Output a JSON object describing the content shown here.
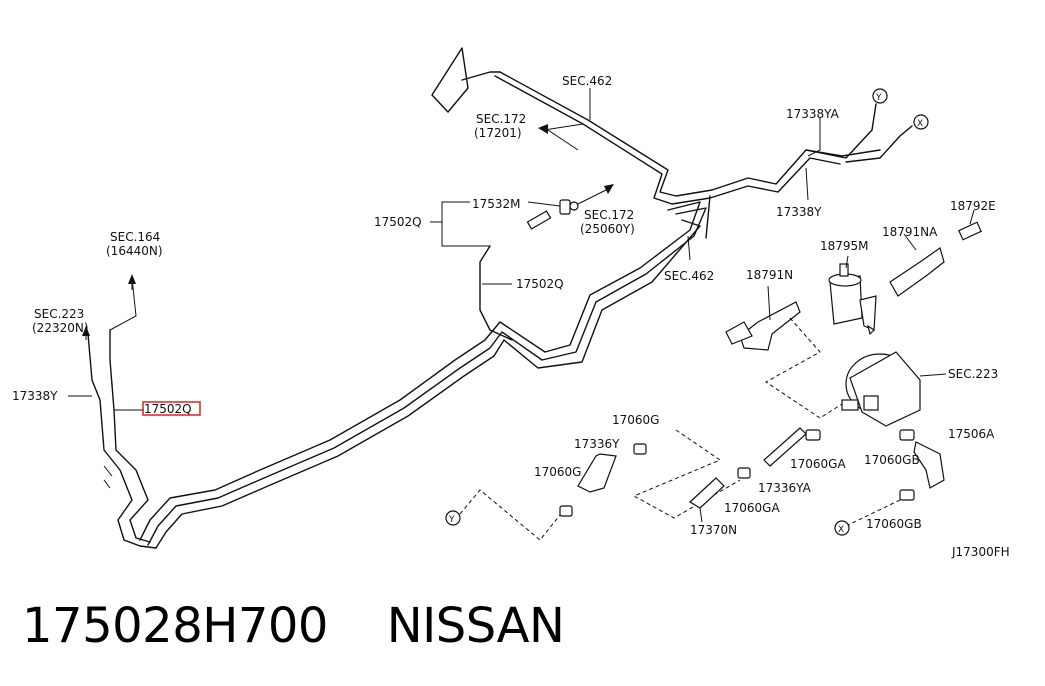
{
  "diagram": {
    "id_code": "J17300FH",
    "callouts": {
      "sec462_top": "SEC.462",
      "sec462_bottom": "SEC.462",
      "sec172_a_title": "SEC.172",
      "sec172_a_sub": "(17201)",
      "sec172_b_title": "SEC.172",
      "sec172_b_sub": "(25060Y)",
      "sec164_title": "SEC.164",
      "sec164_sub": "(16440N)",
      "sec223_left_title": "SEC.223",
      "sec223_left_sub": "(22320N)",
      "sec223_right": "SEC.223",
      "p17338YA": "17338YA",
      "p17338Y_right": "17338Y",
      "p17338Y_left": "17338Y",
      "p17532M": "17532M",
      "p17502Q_left": "17502Q",
      "p17502Q_mid": "17502Q",
      "p17502Q_highlight": "17502Q",
      "p18792E": "18792E",
      "p18791NA": "18791NA",
      "p18795M": "18795M",
      "p18791N": "18791N",
      "p17506A": "17506A",
      "p17060G_a": "17060G",
      "p17060G_b": "17060G",
      "p17336Y": "17336Y",
      "p17060GA_a": "17060GA",
      "p17060GA_b": "17060GA",
      "p17336YA": "17336YA",
      "p17370N": "17370N",
      "p17060GB_a": "17060GB",
      "p17060GB_b": "17060GB",
      "marker_y": "Y",
      "marker_x": "X"
    },
    "highlight_color": "#e02020"
  },
  "footer": {
    "part_number": "175028H700",
    "brand": "NISSAN"
  }
}
